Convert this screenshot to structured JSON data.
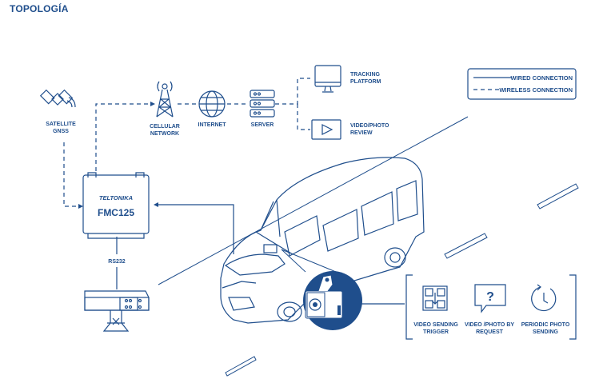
{
  "title": "TOPOLOGÍA",
  "legend": {
    "wired": "WIRED CONNECTION",
    "wireless": "WIRELESS CONNECTION"
  },
  "nodes": {
    "satellite": [
      "SATELLITE",
      "GNSS"
    ],
    "cellular": [
      "CELLULAR",
      "NETWORK"
    ],
    "internet": [
      "INTERNET"
    ],
    "server": [
      "SERVER"
    ],
    "tracking": [
      "TRACKING",
      "PLATFORM"
    ],
    "video": [
      "VIDEO/PHOTO",
      "REVIEW"
    ]
  },
  "device": {
    "brand": "TELTONIKA",
    "model": "FMC125",
    "link": "RS232"
  },
  "features": {
    "trigger": [
      "VIDEO SENDING",
      "TRIGGER"
    ],
    "request": [
      "VIDEO /PHOTO BY",
      "REQUEST"
    ],
    "periodic": [
      "PERIODIC PHOTO",
      "SENDING"
    ]
  },
  "colors": {
    "primary": "#1f4e8c",
    "camera_circle": "#1f4e8c"
  },
  "icons": [
    "satellite-icon",
    "cell-tower-icon",
    "globe-icon",
    "server-icon",
    "monitor-icon",
    "play-icon",
    "dashcam-icon",
    "van-icon",
    "qr-icon",
    "question-icon",
    "timer-icon"
  ]
}
